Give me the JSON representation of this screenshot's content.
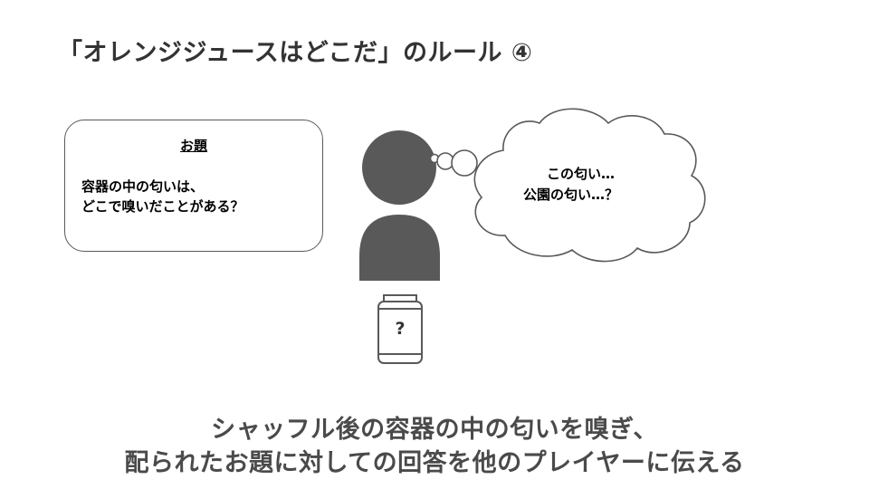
{
  "slide": {
    "title": "「オレンジジュースはどこだ」のルール ④"
  },
  "prompt_card": {
    "heading": "お題",
    "lines": [
      "容器の中の匂いは、",
      "どこで嗅いだことがある？"
    ]
  },
  "thought_bubble": {
    "lines": [
      "この匂い…",
      "公園の匂い…？"
    ]
  },
  "container": {
    "label": "?"
  },
  "footer": {
    "lines": [
      "シャッフル後の容器の中の匂いを嗅ぎ、",
      "配られたお題に対しての回答を他のプレイヤーに伝える"
    ]
  },
  "colors": {
    "figure": "#595959",
    "outline": "#595959",
    "text": "#333333"
  },
  "icons": {
    "person": "person-silhouette-icon",
    "thought": "thought-bubble-icon",
    "can": "can-icon"
  }
}
